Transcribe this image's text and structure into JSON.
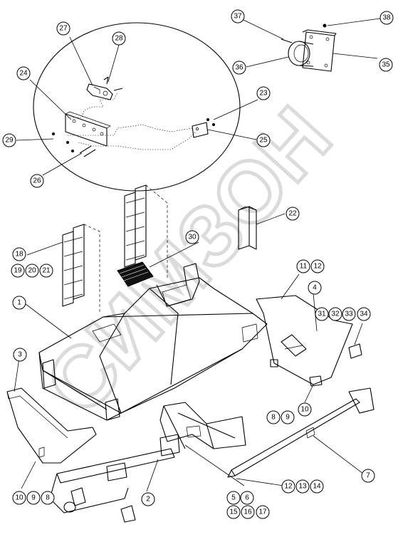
{
  "watermark": "СИМЗОН",
  "callouts": [
    "1",
    "2",
    "3",
    "4",
    "5",
    "6",
    "7",
    "8",
    "9",
    "10",
    "11",
    "12",
    "13",
    "14",
    "15",
    "16",
    "17",
    "18",
    "19",
    "20",
    "21",
    "22",
    "23",
    "24",
    "25",
    "26",
    "27",
    "28",
    "29",
    "30",
    "31",
    "32",
    "33",
    "34",
    "35",
    "36",
    "37",
    "38"
  ],
  "colors": {
    "line": "#000000",
    "watermark": "#bdbdbd",
    "background": "#ffffff"
  }
}
